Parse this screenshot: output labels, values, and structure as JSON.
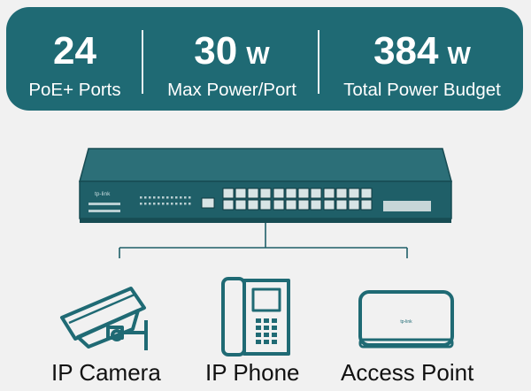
{
  "stats": [
    {
      "value": "24",
      "unit": "",
      "label": "PoE+ Ports"
    },
    {
      "value": "30",
      "unit": "W",
      "label": "Max Power/Port"
    },
    {
      "value": "384",
      "unit": "W",
      "label": "Total Power Budget"
    }
  ],
  "switch": {
    "brand": "tp-link"
  },
  "devices": [
    {
      "label": "IP Camera",
      "icon": "ip-camera-icon"
    },
    {
      "label": "IP Phone",
      "icon": "ip-phone-icon"
    },
    {
      "label": "Access Point",
      "icon": "access-point-icon"
    }
  ],
  "colors": {
    "teal": "#1f6a74",
    "dark": "#111111",
    "background": "#f1f1f1"
  }
}
